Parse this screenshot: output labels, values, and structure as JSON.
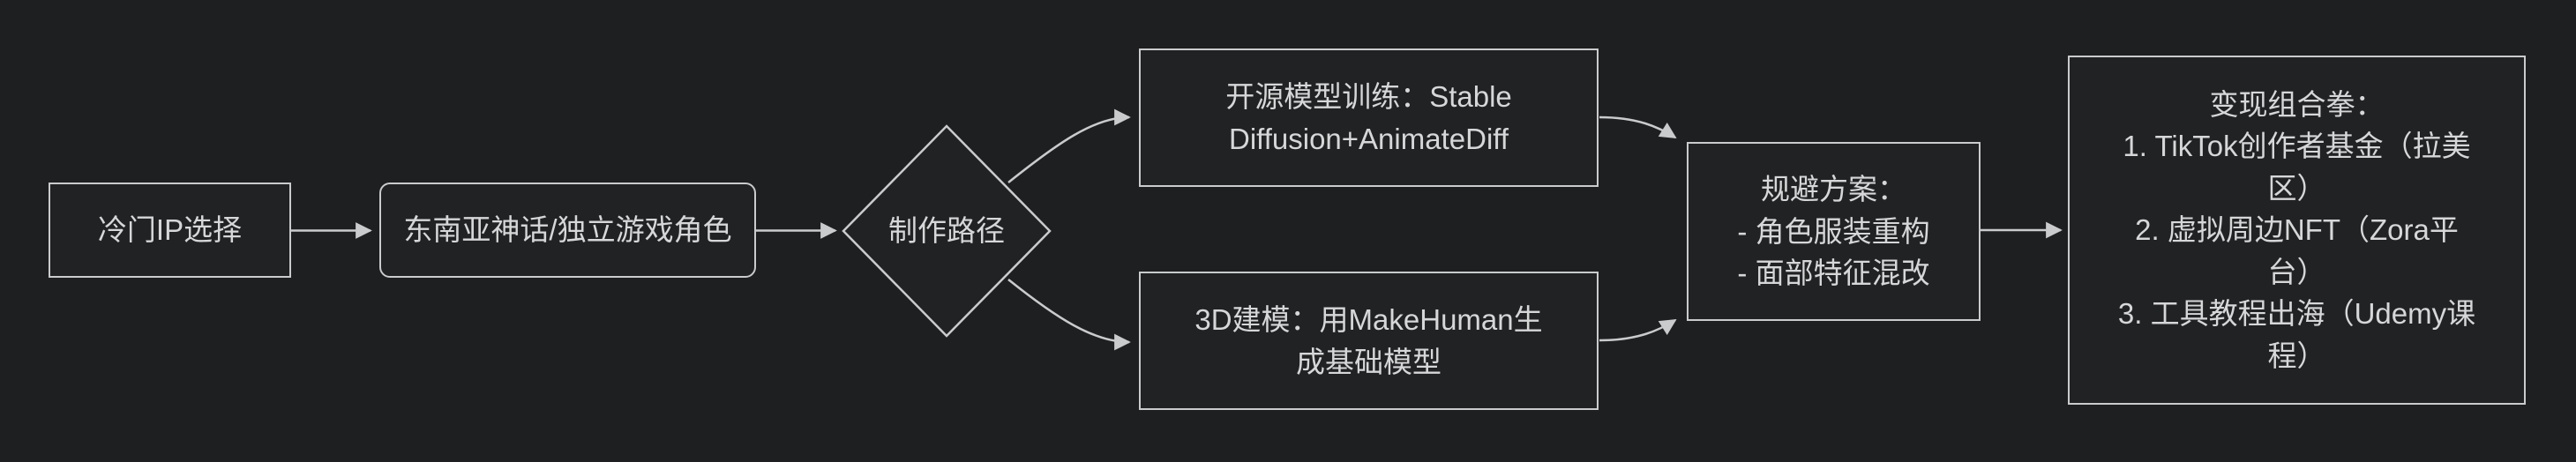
{
  "canvas": {
    "bg": "#1e1f20",
    "node_fill": "#212223",
    "stroke": "#c9cbcc",
    "text": "#d6d7d8"
  },
  "flowchart": {
    "nodes": {
      "cold_ip": {
        "lines": [
          "冷门IP选择"
        ]
      },
      "sea_myth": {
        "lines": [
          "东南亚神话/独立游戏角色"
        ]
      },
      "decision": {
        "lines": [
          "制作路径"
        ]
      },
      "opensource": {
        "lines": [
          "开源模型训练：Stable",
          "Diffusion+AnimateDiff"
        ]
      },
      "modeling3d": {
        "lines": [
          "3D建模：用MakeHuman生",
          "成基础模型"
        ]
      },
      "avoidance": {
        "lines": [
          "规避方案：",
          "- 角色服装重构",
          "- 面部特征混改"
        ]
      },
      "monetization": {
        "lines": [
          "变现组合拳：",
          "1. TikTok创作者基金（拉美",
          "区）",
          "2. 虚拟周边NFT（Zora平",
          "台）",
          "3. 工具教程出海（Udemy课",
          "程）"
        ]
      }
    }
  }
}
